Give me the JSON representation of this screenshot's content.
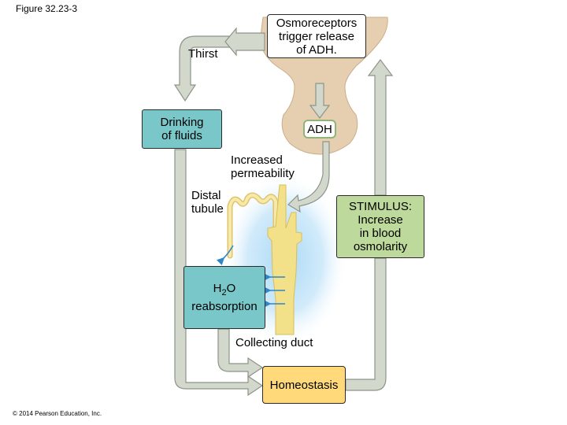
{
  "figure_label": "Figure 32.23-3",
  "copyright": "© 2014 Pearson Education, Inc.",
  "labels": {
    "osmoreceptors": [
      "Osmoreceptors",
      "trigger release",
      "of ADH."
    ],
    "thirst": "Thirst",
    "drinking": [
      "Drinking",
      "of fluids"
    ],
    "adh": "ADH",
    "increased_permeability": [
      "Increased",
      "permeability"
    ],
    "distal_tubule": [
      "Distal",
      "tubule"
    ],
    "stimulus": [
      "STIMULUS:",
      "Increase",
      "in blood",
      "osmolarity"
    ],
    "h2o_reabsorption": {
      "h": "H",
      "sub": "2",
      "o": "O",
      "line2": "reabsorption"
    },
    "collecting_duct": "Collecting duct",
    "homeostasis": "Homeostasis"
  },
  "colors": {
    "arrow_fill": "#d2d8cc",
    "arrow_stroke": "#8c9488",
    "teal_box": "#79c7c9",
    "green_box": "#bdd99b",
    "yellow_box": "#ffd97a",
    "brain": "#e6cfb0",
    "duct": "#f2e189",
    "blue_glow": "#a9d8f5",
    "water_arrow": "#2e86c9"
  }
}
